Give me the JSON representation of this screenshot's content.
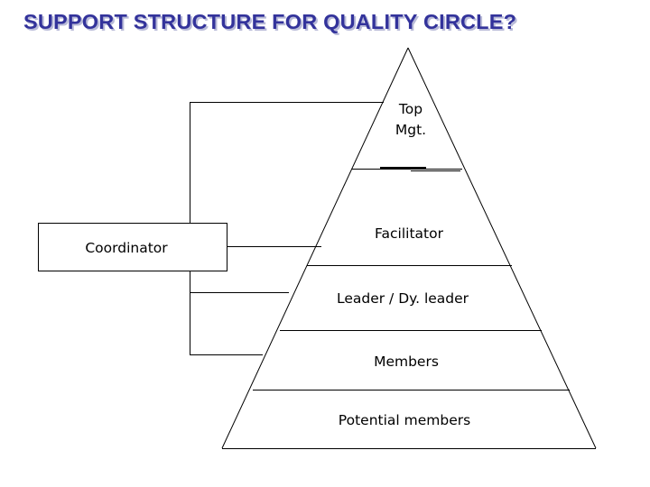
{
  "slide": {
    "title": "SUPPORT STRUCTURE FOR QUALITY CIRCLE?",
    "title_color": "#33339B",
    "title_shadow_color": "#B9BBD8",
    "background_color": "#FFFFFF",
    "line_color": "#000000"
  },
  "diagram": {
    "type": "pyramid-hierarchy",
    "levels": [
      {
        "label": "Top",
        "label_line2": "Mgt."
      },
      {
        "label": "Facilitator"
      },
      {
        "label": "Leader / Dy. leader"
      },
      {
        "label": "Members"
      },
      {
        "label": "Potential members"
      }
    ],
    "side_box": {
      "label": "Coordinator"
    }
  }
}
